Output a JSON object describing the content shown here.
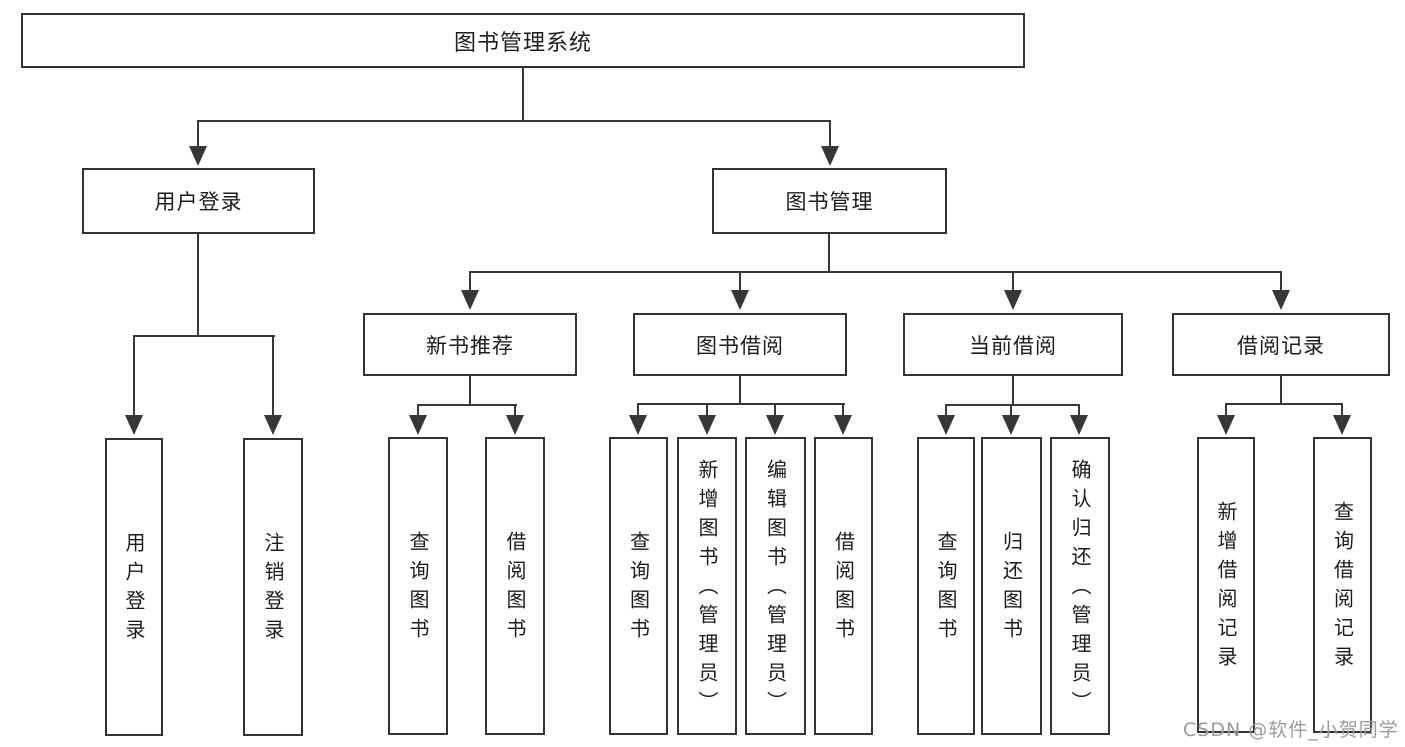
{
  "watermark": {
    "text": "CSDN @软件_小贺同学",
    "color": "#9b9b9b"
  },
  "colors": {
    "line": "#373737",
    "box_border": "#333333",
    "text": "#1c1c1c",
    "background": "#ffffff"
  },
  "diagram": {
    "type": "hierarchy-tree",
    "root": {
      "label": "图书管理系统"
    },
    "branches": [
      {
        "label": "用户登录",
        "children": [
          {
            "label": "用户登录"
          },
          {
            "label": "注销登录"
          }
        ]
      },
      {
        "label": "图书管理",
        "children": [
          {
            "label": "新书推荐",
            "children": [
              {
                "label": "查询图书"
              },
              {
                "label": "借阅图书"
              }
            ]
          },
          {
            "label": "图书借阅",
            "children": [
              {
                "label": "查询图书"
              },
              {
                "label": "新增图书（管理员）"
              },
              {
                "label": "编辑图书（管理员）"
              },
              {
                "label": "借阅图书"
              }
            ]
          },
          {
            "label": "当前借阅",
            "children": [
              {
                "label": "查询图书"
              },
              {
                "label": "归还图书"
              },
              {
                "label": "确认归还（管理员）"
              }
            ]
          },
          {
            "label": "借阅记录",
            "children": [
              {
                "label": "新增借阅记录"
              },
              {
                "label": "查询借阅记录"
              }
            ]
          }
        ]
      }
    ]
  }
}
